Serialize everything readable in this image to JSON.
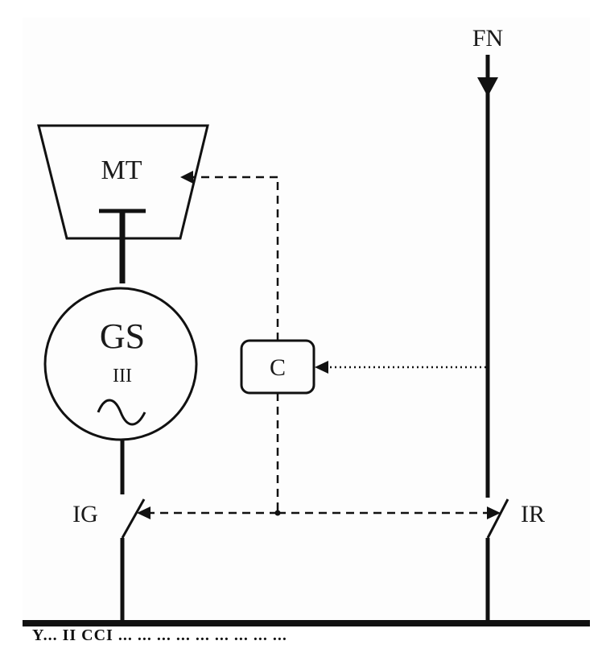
{
  "labels": {
    "fn": "FN",
    "mt": "MT",
    "gs": "GS",
    "gs_phase": "III",
    "gs_ac": "~",
    "controller": "C",
    "ig": "IG",
    "ir": "IR"
  },
  "footer_text": "Y... II CCI ...  ... ... ... ... ... ... ... ...",
  "colors": {
    "line": "#111111",
    "background": "#ffffff",
    "bottom_bar": "#111111"
  }
}
